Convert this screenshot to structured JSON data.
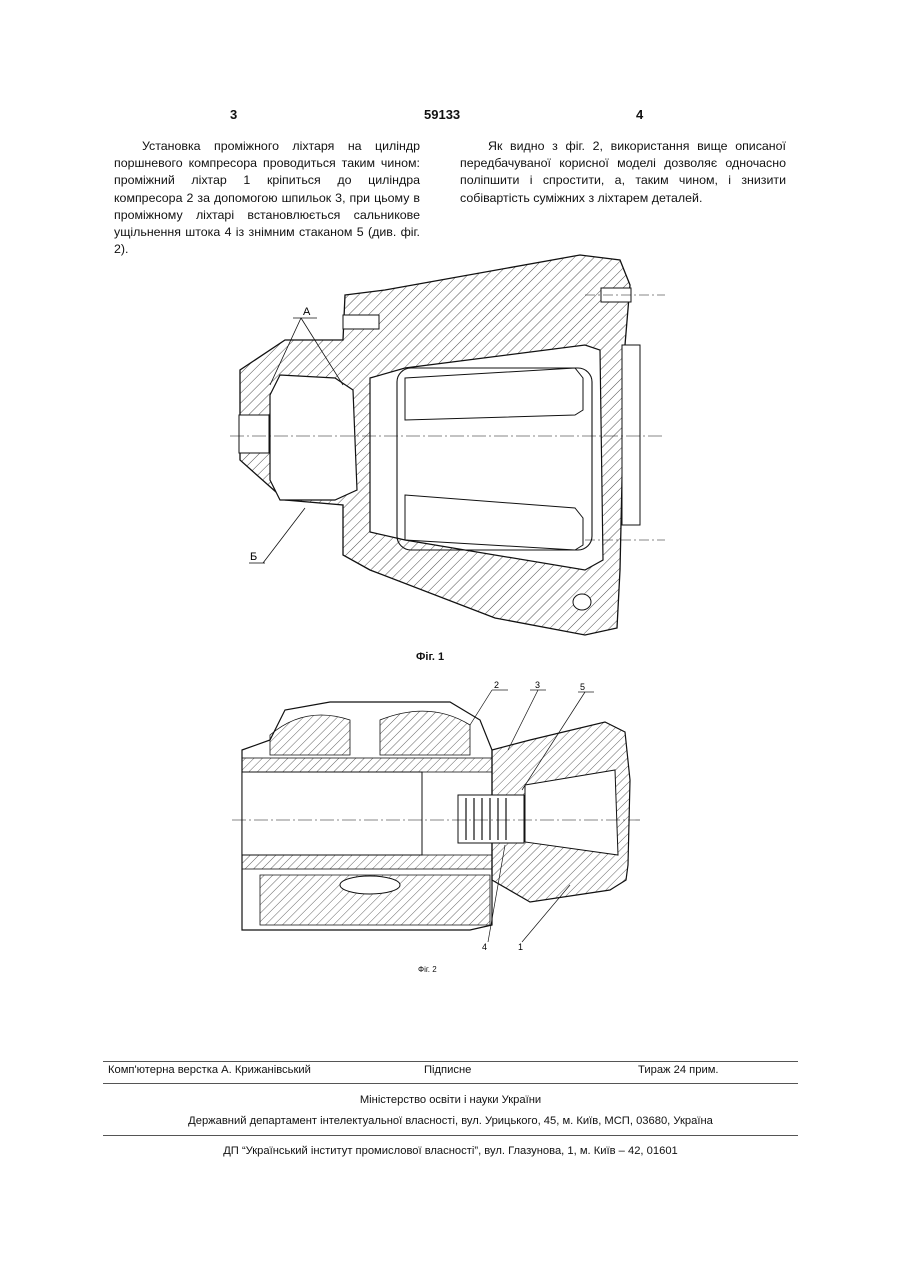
{
  "header": {
    "page_left": "3",
    "patent_number": "59133",
    "page_right": "4"
  },
  "text": {
    "col_left": "Установка проміжного ліхтаря на циліндр поршневого компресора проводиться таким чином: проміжний ліхтар 1 кріпиться до циліндра компресора 2 за допомогою шпильок 3, при цьому в проміжному ліхтарі встановлюється сальникове ущільнення штока 4 із знімним стаканом 5 (див. фіг. 2).",
    "col_right": "Як видно з фіг. 2, використання вище описаної передбачуваної корисної моделі дозволяє одночасно поліпшити і спростити, а, таким чином, і знизити собівартість суміжних з ліхтарем деталей."
  },
  "figure1": {
    "caption": "Фіг. 1",
    "label_a": "А",
    "label_b": "Б"
  },
  "figure2": {
    "caption": "Фіг. 2",
    "labels": [
      "2",
      "3",
      "5",
      "4",
      "1"
    ]
  },
  "footer": {
    "layout": "Комп'ютерна верстка А. Крижанівський",
    "signed": "Підписне",
    "circulation": "Тираж 24 прим.",
    "ministry": "Міністерство освіти і науки України",
    "department": "Державний департамент інтелектуальної власності, вул. Урицького, 45, м. Київ, МСП, 03680, Україна",
    "institute": "ДП “Український інститут промислової власності”, вул. Глазунова, 1, м. Київ – 42, 01601"
  }
}
